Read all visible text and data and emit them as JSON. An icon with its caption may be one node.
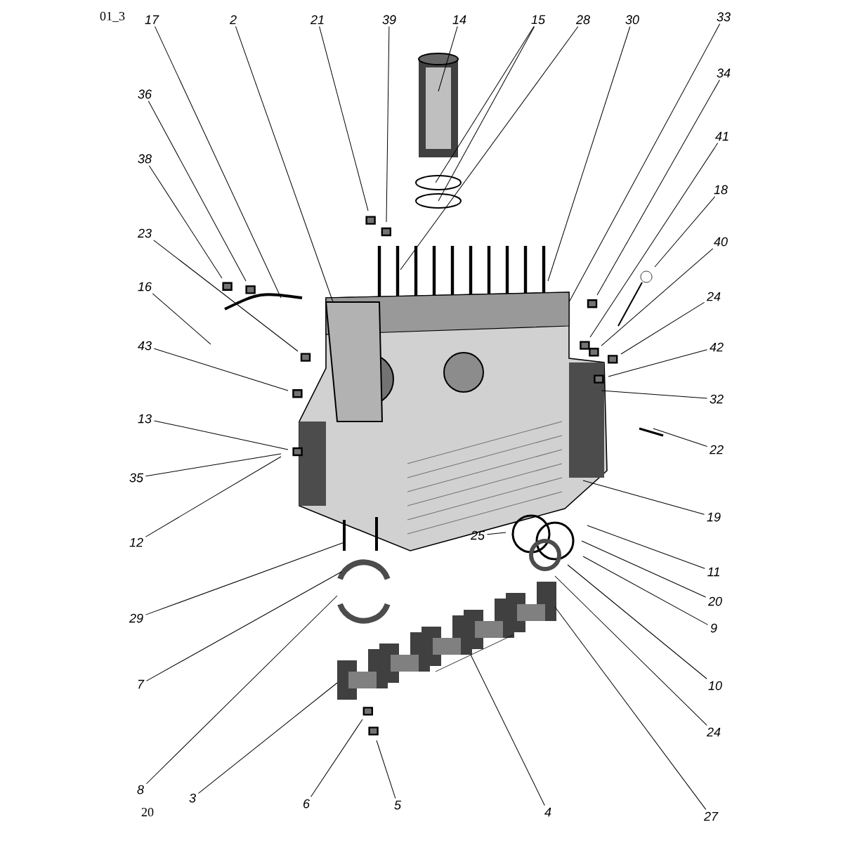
{
  "diagram": {
    "nodes": [
      {
        "text": [
          "17"
        ]
      },
      {
        "text": [
          "2"
        ]
      },
      {
        "text": [
          "21"
        ]
      },
      {
        "text": [
          "39"
        ]
      },
      {
        "text": [
          "14"
        ]
      },
      {
        "text": [
          "15"
        ]
      },
      {
        "text": [
          "28"
        ]
      },
      {
        "text": [
          "30"
        ]
      },
      {
        "text": [
          "33"
        ]
      },
      {
        "text": [
          "34"
        ]
      },
      {
        "text": [
          "36"
        ]
      },
      {
        "text": [
          "41"
        ]
      },
      {
        "text": [
          "38"
        ]
      },
      {
        "text": [
          "18"
        ]
      },
      {
        "text": [
          "23"
        ]
      },
      {
        "text": [
          "40"
        ]
      },
      {
        "text": [
          "16"
        ]
      },
      {
        "text": [
          "24"
        ]
      },
      {
        "text": [
          "43"
        ]
      },
      {
        "text": [
          "42"
        ]
      },
      {
        "text": [
          "32"
        ]
      },
      {
        "text": [
          "13"
        ]
      },
      {
        "text": [
          "22"
        ]
      },
      {
        "text": [
          "35"
        ]
      },
      {
        "text": [
          "19"
        ]
      },
      {
        "text": [
          "25"
        ]
      },
      {
        "text": [
          "12"
        ]
      },
      {
        "text": [
          "11"
        ]
      },
      {
        "text": [
          "20"
        ]
      },
      {
        "text": [
          "29"
        ]
      },
      {
        "text": [
          "9"
        ]
      },
      {
        "text": [
          "7"
        ]
      },
      {
        "text": [
          "10"
        ]
      },
      {
        "text": [
          "24"
        ]
      },
      {
        "text": [
          "8"
        ]
      },
      {
        "text": [
          "3"
        ]
      },
      {
        "text": [
          "6"
        ]
      },
      {
        "text": [
          "5"
        ]
      },
      {
        "text": [
          "4"
        ]
      },
      {
        "text": [
          "27"
        ]
      }
    ],
    "edges": [
      {
        "from": 0,
        "to": null,
        "arrow": "none"
      },
      {
        "from": 1,
        "to": null,
        "arrow": "none"
      },
      {
        "from": 2,
        "to": null,
        "arrow": "none"
      },
      {
        "from": 3,
        "to": null,
        "arrow": "none"
      },
      {
        "from": 4,
        "to": null,
        "arrow": "none"
      },
      {
        "from": 5,
        "to": null,
        "arrow": "none"
      },
      {
        "from": 5,
        "to": null,
        "arrow": "none"
      },
      {
        "from": 6,
        "to": null,
        "arrow": "none"
      },
      {
        "from": 7,
        "to": null,
        "arrow": "none"
      },
      {
        "from": 8,
        "to": null,
        "arrow": "none"
      },
      {
        "from": 9,
        "to": null,
        "arrow": "none"
      },
      {
        "from": 10,
        "to": null,
        "arrow": "none"
      },
      {
        "from": 11,
        "to": null,
        "arrow": "none"
      },
      {
        "from": 12,
        "to": null,
        "arrow": "none"
      },
      {
        "from": 13,
        "to": null,
        "arrow": "none"
      },
      {
        "from": 14,
        "to": null,
        "arrow": "none"
      },
      {
        "from": 15,
        "to": null,
        "arrow": "none"
      },
      {
        "from": 16,
        "to": null,
        "arrow": "none"
      },
      {
        "from": 17,
        "to": null,
        "arrow": "none"
      },
      {
        "from": 18,
        "to": null,
        "arrow": "none"
      },
      {
        "from": 19,
        "to": null,
        "arrow": "none"
      },
      {
        "from": 20,
        "to": null,
        "arrow": "none"
      },
      {
        "from": 21,
        "to": null,
        "arrow": "none"
      },
      {
        "from": 22,
        "to": null,
        "arrow": "none"
      },
      {
        "from": 23,
        "to": null,
        "arrow": "none"
      },
      {
        "from": 24,
        "to": null,
        "arrow": "none"
      },
      {
        "from": 25,
        "to": null,
        "arrow": "none"
      },
      {
        "from": 26,
        "to": null,
        "arrow": "none"
      },
      {
        "from": 27,
        "to": null,
        "arrow": "none"
      },
      {
        "from": 28,
        "to": null,
        "arrow": "none"
      },
      {
        "from": 29,
        "to": null,
        "arrow": "none"
      },
      {
        "from": 30,
        "to": null,
        "arrow": "none"
      },
      {
        "from": 31,
        "to": null,
        "arrow": "none"
      },
      {
        "from": 32,
        "to": null,
        "arrow": "none"
      },
      {
        "from": 33,
        "to": null,
        "arrow": "none"
      },
      {
        "from": 34,
        "to": null,
        "arrow": "none"
      },
      {
        "from": 35,
        "to": null,
        "arrow": "none"
      },
      {
        "from": 36,
        "to": null,
        "arrow": "none"
      },
      {
        "from": 37,
        "to": null,
        "arrow": "none"
      },
      {
        "from": 38,
        "to": null,
        "arrow": "none"
      },
      {
        "from": 39,
        "to": null,
        "arrow": "none"
      }
    ],
    "labels": [
      "01_3",
      "20"
    ]
  }
}
